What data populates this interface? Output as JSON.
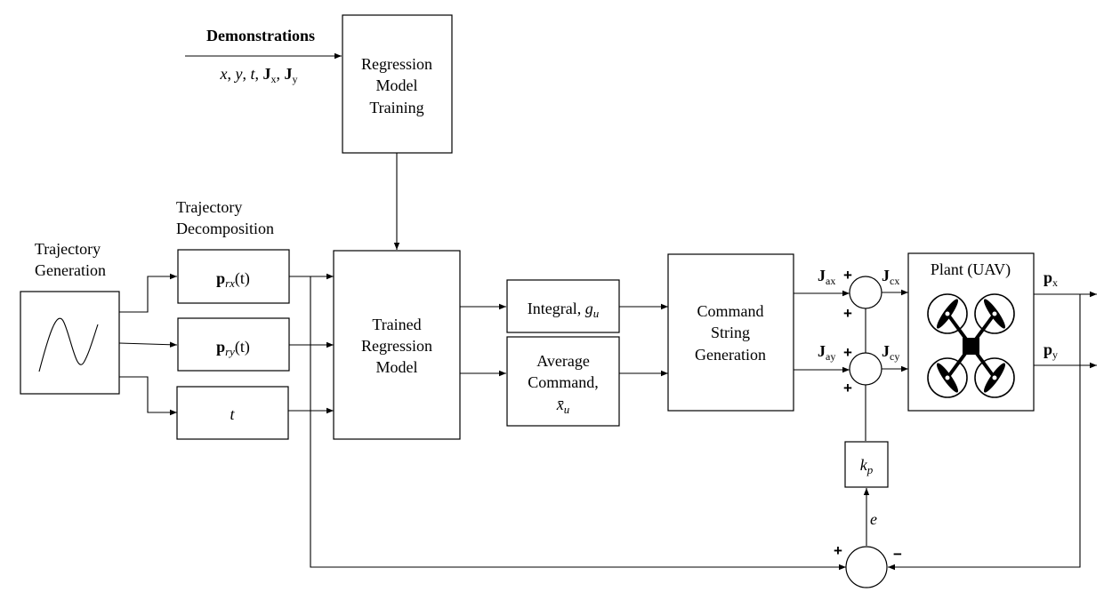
{
  "demonstrations": {
    "title": "Demonstrations",
    "vars": {
      "x": "x",
      "y": "y",
      "t": "t",
      "J": "J",
      "sub_x": "x",
      "sub_y": "y",
      "comma": ", "
    }
  },
  "regression_training": {
    "lines": [
      "Regression",
      "Model",
      "Training"
    ]
  },
  "trajectory_generation": {
    "lines": [
      "Trajectory",
      "Generation"
    ]
  },
  "trajectory_decomposition": {
    "lines": [
      "Trajectory",
      "Decomposition"
    ]
  },
  "decomp_boxes": {
    "p": "p",
    "rx": "rx",
    "ry": "ry",
    "arg": "(t)",
    "t": "t"
  },
  "trained_model": {
    "lines": [
      "Trained",
      "Regression",
      "Model"
    ]
  },
  "integral_box": {
    "label": "Integral, ",
    "symbol": "g",
    "sub": "u"
  },
  "average_box": {
    "lines": [
      "Average",
      "Command,"
    ],
    "symbol": "x̄",
    "sub": "u"
  },
  "command_string": {
    "lines": [
      "Command",
      "String",
      "Generation"
    ]
  },
  "signals": {
    "J": "J",
    "ax": "ax",
    "ay": "ay",
    "cx": "cx",
    "cy": "cy",
    "p": "p",
    "px_sub": "x",
    "py_sub": "y",
    "e": "e"
  },
  "gain_box": {
    "symbol": "k",
    "sub": "p"
  },
  "plant": {
    "title": "Plant (UAV)"
  },
  "signs": {
    "plus": "+",
    "minus": "−"
  }
}
